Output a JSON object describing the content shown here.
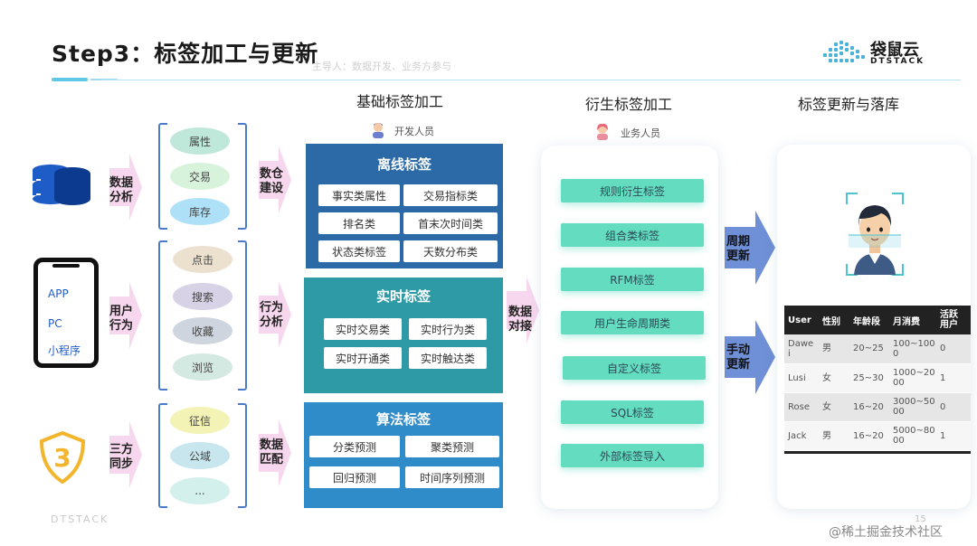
{
  "header": {
    "title": "Step3：标签加工与更新",
    "subtitle": "主导人：数据开发、业务方参与",
    "logo_text": "袋鼠云",
    "logo_sub": "DTSTACK"
  },
  "columns": {
    "basic": {
      "heading": "基础标签加工",
      "role": "开发人员"
    },
    "derived": {
      "heading": "衍生标签加工",
      "role": "业务人员"
    },
    "update": {
      "heading": "标签更新与落库"
    }
  },
  "sources": [
    {
      "icon": "database-icon",
      "arrow_label": "数据\n分析",
      "items": [
        "属性",
        "交易",
        "库存"
      ]
    },
    {
      "icon": "mobile-phone-icon",
      "phone_lines": [
        "APP",
        "PC",
        "小程序"
      ],
      "arrow_label": "用户\n行为",
      "items": [
        "点击",
        "搜索",
        "收藏",
        "浏览"
      ]
    },
    {
      "icon": "shield-3-icon",
      "shield_text": "3",
      "arrow_label": "三方\n同步",
      "items": [
        "征信",
        "公域",
        "..."
      ]
    }
  ],
  "mid_arrows": [
    "数仓\n建设",
    "行为\n分析",
    "数据\n匹配"
  ],
  "panels": {
    "offline": {
      "title": "离线标签",
      "chips": [
        "事实类属性",
        "交易指标类",
        "排名类",
        "首末次时间类",
        "状态类标签",
        "天数分布类"
      ]
    },
    "realtime": {
      "title": "实时标签",
      "chips": [
        "实时交易类",
        "实时行为类",
        "实时开通类",
        "实时触达类"
      ]
    },
    "algorithm": {
      "title": "算法标签",
      "chips": [
        "分类预测",
        "聚类预测",
        "回归预测",
        "时间序列预测"
      ]
    }
  },
  "connector_arrow": "数据\n对接",
  "derived_tags": [
    "规则衍生标签",
    "组合类标签",
    "RFM标签",
    "用户生命周期类",
    "自定义标签",
    "SQL标签",
    "外部标签导入"
  ],
  "update_arrows": [
    "周期\n更新",
    "手动\n更新"
  ],
  "user_table": {
    "headers": [
      "User",
      "性别",
      "年龄段",
      "月消费",
      "活跃\n用户"
    ],
    "rows": [
      [
        "Dawe\ni",
        "男",
        "20~25",
        "100~100\n0",
        "0"
      ],
      [
        "Lusi",
        "女",
        "25~30",
        "1000~20\n00",
        "1"
      ],
      [
        "Rose",
        "女",
        "16~20",
        "3000~50\n00",
        "0"
      ],
      [
        "Jack",
        "男",
        "16~20",
        "5000~80\n00",
        "1"
      ]
    ]
  },
  "footer": {
    "brand": "DTSTACK",
    "page": "15",
    "watermark": "@稀土掘金技术社区"
  },
  "colors": {
    "accent_blue": "#4a7cc9",
    "panel_dark": "#2b6aa6",
    "panel_teal": "#2e9aa5",
    "panel_mid": "#2f8cc9",
    "derived_green": "#63dcc0",
    "arrow_pink": "#f7d7ee",
    "arrow_blue": "#6f8fd6"
  }
}
